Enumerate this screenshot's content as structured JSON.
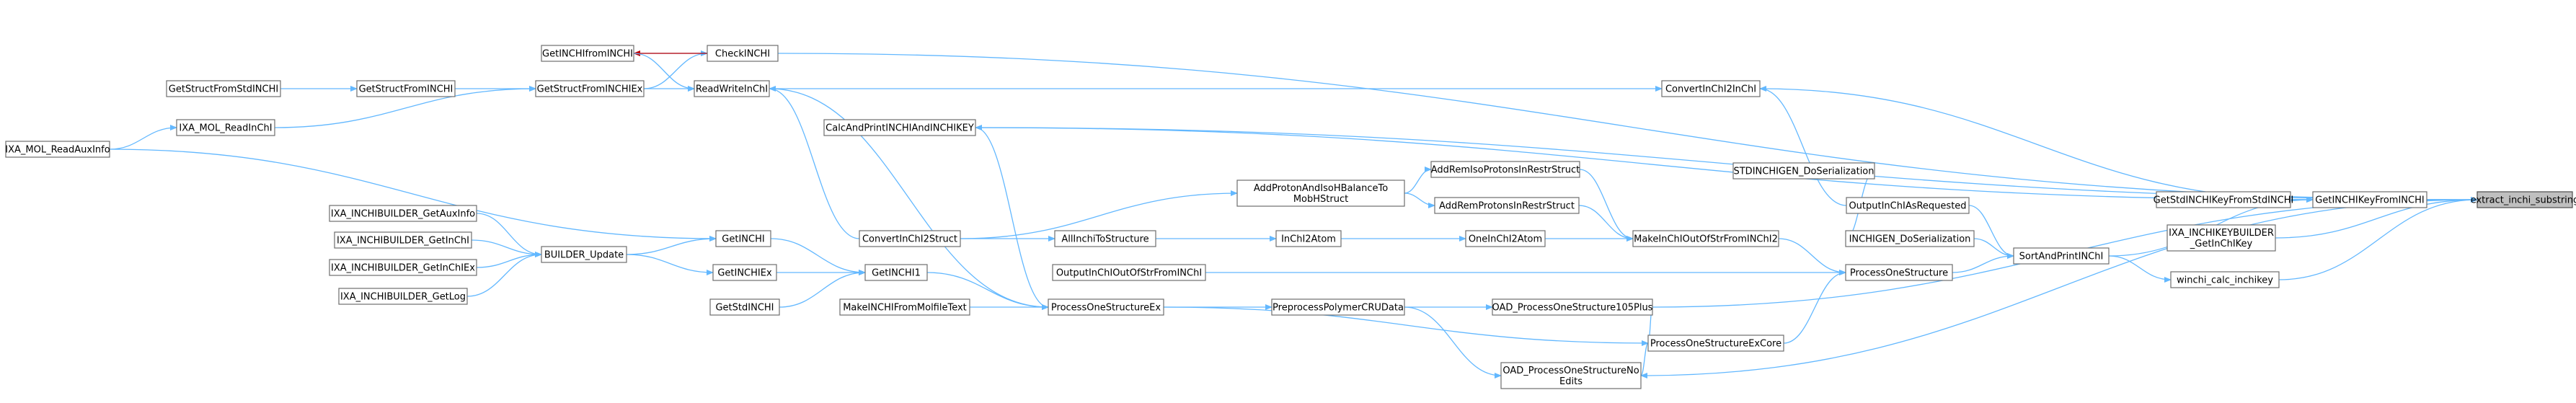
{
  "graph": {
    "nodes": [
      {
        "id": "extract_inchi_substring",
        "lines": [
          "extract_inchi_substring"
        ],
        "target": true
      },
      {
        "id": "CheckINCHI",
        "lines": [
          "CheckINCHI"
        ]
      },
      {
        "id": "GetINCHIfromINCHI",
        "lines": [
          "GetINCHIfromINCHI"
        ]
      },
      {
        "id": "GetStructFromINCHIEx",
        "lines": [
          "GetStructFromINCHIEx"
        ]
      },
      {
        "id": "GetStructFromINCHI",
        "lines": [
          "GetStructFromINCHI"
        ]
      },
      {
        "id": "GetStructFromStdINCHI",
        "lines": [
          "GetStructFromStdINCHI"
        ]
      },
      {
        "id": "IXA_MOL_ReadInChI",
        "lines": [
          "IXA_MOL_ReadInChI"
        ]
      },
      {
        "id": "IXA_MOL_ReadAuxInfo",
        "lines": [
          "IXA_MOL_ReadAuxInfo"
        ]
      },
      {
        "id": "ReadWriteInChI",
        "lines": [
          "ReadWriteInChI"
        ]
      },
      {
        "id": "CalcAndPrintINCHIAndINCHIKEY",
        "lines": [
          "CalcAndPrintINCHIAndINCHIKEY"
        ]
      },
      {
        "id": "ConvertInChI2InChI",
        "lines": [
          "ConvertInChI2InChI"
        ]
      },
      {
        "id": "AddRemIsoProtonsInRestrStruct",
        "lines": [
          "AddRemIsoProtonsInRestrStruct"
        ]
      },
      {
        "id": "AddProtonAndIsoHBalanceToMobHStruct",
        "lines": [
          "AddProtonAndIsoHBalanceTo",
          "MobHStruct"
        ]
      },
      {
        "id": "AddRemProtonsInRestrStruct",
        "lines": [
          "AddRemProtonsInRestrStruct"
        ]
      },
      {
        "id": "ConvertInChI2Struct",
        "lines": [
          "ConvertInChI2Struct"
        ]
      },
      {
        "id": "AllInchiToStructure",
        "lines": [
          "AllInchiToStructure"
        ]
      },
      {
        "id": "InChI2Atom",
        "lines": [
          "InChI2Atom"
        ]
      },
      {
        "id": "OneInChI2Atom",
        "lines": [
          "OneInChI2Atom"
        ]
      },
      {
        "id": "MakeInChIOutOfStrFromINChI2",
        "lines": [
          "MakeInChIOutOfStrFromINChI2"
        ]
      },
      {
        "id": "OutputInChIAsRequested",
        "lines": [
          "OutputInChIAsRequested"
        ]
      },
      {
        "id": "STDINCHIGEN_DoSerialization",
        "lines": [
          "STDINCHIGEN_DoSerialization"
        ]
      },
      {
        "id": "INCHIGEN_DoSerialization",
        "lines": [
          "INCHIGEN_DoSerialization"
        ]
      },
      {
        "id": "SortAndPrintINChI",
        "lines": [
          "SortAndPrintINChI"
        ]
      },
      {
        "id": "GetStdINCHIKeyFromStdINCHI",
        "lines": [
          "GetStdINCHIKeyFromStdINCHI"
        ]
      },
      {
        "id": "GetINCHIKeyFromINCHI",
        "lines": [
          "GetINCHIKeyFromINCHI"
        ]
      },
      {
        "id": "IXA_INCHIKEYBUILDER_GetInChIKey",
        "lines": [
          "IXA_INCHIKEYBUILDER",
          "_GetInChIKey"
        ]
      },
      {
        "id": "winchi_calc_inchikey",
        "lines": [
          "winchi_calc_inchikey"
        ]
      },
      {
        "id": "IXA_INCHIBUILDER_GetAuxInfo",
        "lines": [
          "IXA_INCHIBUILDER_GetAuxInfo"
        ]
      },
      {
        "id": "IXA_INCHIBUILDER_GetInChI",
        "lines": [
          "IXA_INCHIBUILDER_GetInChI"
        ]
      },
      {
        "id": "IXA_INCHIBUILDER_GetInChIEx",
        "lines": [
          "IXA_INCHIBUILDER_GetInChIEx"
        ]
      },
      {
        "id": "IXA_INCHIBUILDER_GetLog",
        "lines": [
          "IXA_INCHIBUILDER_GetLog"
        ]
      },
      {
        "id": "BUILDER_Update",
        "lines": [
          "BUILDER_Update"
        ]
      },
      {
        "id": "GetINCHI",
        "lines": [
          "GetINCHI"
        ]
      },
      {
        "id": "GetINCHIEx",
        "lines": [
          "GetINCHIEx"
        ]
      },
      {
        "id": "GetINCHI1",
        "lines": [
          "GetINCHI1"
        ]
      },
      {
        "id": "GetStdINCHI",
        "lines": [
          "GetStdINCHI"
        ]
      },
      {
        "id": "OutputInChIOutOfStrFromINChI",
        "lines": [
          "OutputInChIOutOfStrFromINChI"
        ]
      },
      {
        "id": "ProcessOneStructure",
        "lines": [
          "ProcessOneStructure"
        ]
      },
      {
        "id": "MakeINCHIFromMolfileText",
        "lines": [
          "MakeINCHIFromMolfileText"
        ]
      },
      {
        "id": "ProcessOneStructureEx",
        "lines": [
          "ProcessOneStructureEx"
        ]
      },
      {
        "id": "PreprocessPolymerCRUData",
        "lines": [
          "PreprocessPolymerCRUData"
        ]
      },
      {
        "id": "OAD_ProcessOneStructure105Plus",
        "lines": [
          "OAD_ProcessOneStructure105Plus"
        ]
      },
      {
        "id": "ProcessOneStructureExCore",
        "lines": [
          "ProcessOneStructureExCore"
        ]
      },
      {
        "id": "OAD_ProcessOneStructureNoEdits",
        "lines": [
          "OAD_ProcessOneStructureNo",
          "Edits"
        ]
      }
    ],
    "edges": [
      {
        "from": "CheckINCHI",
        "to": "extract_inchi_substring"
      },
      {
        "from": "CalcAndPrintINCHIAndINCHIKEY",
        "to": "extract_inchi_substring"
      },
      {
        "from": "GetINCHIKeyFromINCHI",
        "to": "extract_inchi_substring"
      },
      {
        "from": "IXA_INCHIKEYBUILDER_GetInChIKey",
        "to": "extract_inchi_substring"
      },
      {
        "from": "winchi_calc_inchikey",
        "to": "extract_inchi_substring"
      },
      {
        "from": "OAD_ProcessOneStructure105Plus",
        "to": "extract_inchi_substring"
      },
      {
        "from": "OAD_ProcessOneStructureNoEdits",
        "to": "extract_inchi_substring"
      },
      {
        "from": "ConvertInChI2InChI",
        "to": "GetINCHIKeyFromINCHI"
      },
      {
        "from": "CalcAndPrintINCHIAndINCHIKEY",
        "to": "GetINCHIKeyFromINCHI"
      },
      {
        "from": "GetStdINCHIKeyFromStdINCHI",
        "to": "GetINCHIKeyFromINCHI"
      },
      {
        "from": "SortAndPrintINChI",
        "to": "GetINCHIKeyFromINCHI"
      },
      {
        "from": "ReadWriteInChI",
        "to": "ConvertInChI2InChI"
      },
      {
        "from": "OutputInChIAsRequested",
        "to": "ConvertInChI2InChI"
      },
      {
        "from": "GetINCHIfromINCHI",
        "to": "CheckINCHI"
      },
      {
        "from": "GetStructFromINCHIEx",
        "to": "CheckINCHI"
      },
      {
        "from": "CheckINCHI",
        "to": "GetINCHIfromINCHI",
        "red": true
      },
      {
        "from": "GetINCHIfromINCHI",
        "to": "ReadWriteInChI"
      },
      {
        "from": "GetStructFromINCHIEx",
        "to": "ReadWriteInChI"
      },
      {
        "from": "GetStructFromINCHI",
        "to": "GetStructFromINCHIEx"
      },
      {
        "from": "IXA_MOL_ReadInChI",
        "to": "GetStructFromINCHIEx"
      },
      {
        "from": "GetStructFromStdINCHI",
        "to": "GetStructFromINCHI"
      },
      {
        "from": "IXA_MOL_ReadAuxInfo",
        "to": "IXA_MOL_ReadInChI"
      },
      {
        "from": "ConvertInChI2Struct",
        "to": "ReadWriteInChI"
      },
      {
        "from": "ProcessOneStructureEx",
        "to": "CalcAndPrintINCHIAndINCHIKEY"
      },
      {
        "from": "ConvertInChI2Struct",
        "to": "AddProtonAndIsoHBalanceToMobHStruct"
      },
      {
        "from": "AddProtonAndIsoHBalanceToMobHStruct",
        "to": "AddRemIsoProtonsInRestrStruct"
      },
      {
        "from": "AddProtonAndIsoHBalanceToMobHStruct",
        "to": "AddRemProtonsInRestrStruct"
      },
      {
        "from": "AddRemIsoProtonsInRestrStruct",
        "to": "MakeInChIOutOfStrFromINChI2"
      },
      {
        "from": "AddRemProtonsInRestrStruct",
        "to": "MakeInChIOutOfStrFromINChI2"
      },
      {
        "from": "ConvertInChI2Struct",
        "to": "AllInchiToStructure"
      },
      {
        "from": "AllInchiToStructure",
        "to": "InChI2Atom"
      },
      {
        "from": "InChI2Atom",
        "to": "OneInChI2Atom"
      },
      {
        "from": "OneInChI2Atom",
        "to": "MakeInChIOutOfStrFromINChI2"
      },
      {
        "from": "MakeInChIOutOfStrFromINChI2",
        "to": "ProcessOneStructure"
      },
      {
        "from": "OutputInChIAsRequested",
        "to": "SortAndPrintINChI"
      },
      {
        "from": "STDINCHIGEN_DoSerialization",
        "to": "INCHIGEN_DoSerialization"
      },
      {
        "from": "INCHIGEN_DoSerialization",
        "to": "SortAndPrintINChI"
      },
      {
        "from": "ProcessOneStructure",
        "to": "SortAndPrintINChI"
      },
      {
        "from": "SortAndPrintINChI",
        "to": "winchi_calc_inchikey"
      },
      {
        "from": "IXA_INCHIBUILDER_GetAuxInfo",
        "to": "BUILDER_Update"
      },
      {
        "from": "IXA_INCHIBUILDER_GetInChI",
        "to": "BUILDER_Update"
      },
      {
        "from": "IXA_INCHIBUILDER_GetInChIEx",
        "to": "BUILDER_Update"
      },
      {
        "from": "IXA_INCHIBUILDER_GetLog",
        "to": "BUILDER_Update"
      },
      {
        "from": "BUILDER_Update",
        "to": "GetINCHI"
      },
      {
        "from": "BUILDER_Update",
        "to": "GetINCHIEx"
      },
      {
        "from": "IXA_MOL_ReadAuxInfo",
        "to": "GetINCHI"
      },
      {
        "from": "GetINCHI",
        "to": "GetINCHI1"
      },
      {
        "from": "GetINCHIEx",
        "to": "GetINCHI1"
      },
      {
        "from": "GetStdINCHI",
        "to": "GetINCHI1"
      },
      {
        "from": "GetINCHI1",
        "to": "ProcessOneStructureEx"
      },
      {
        "from": "MakeINCHIFromMolfileText",
        "to": "ProcessOneStructureEx"
      },
      {
        "from": "ProcessOneStructureEx",
        "to": "PreprocessPolymerCRUData"
      },
      {
        "from": "ProcessOneStructureEx",
        "to": "ProcessOneStructureExCore"
      },
      {
        "from": "PreprocessPolymerCRUData",
        "to": "OAD_ProcessOneStructure105Plus"
      },
      {
        "from": "PreprocessPolymerCRUData",
        "to": "OAD_ProcessOneStructureNoEdits"
      },
      {
        "from": "OutputInChIOutOfStrFromINChI",
        "to": "ProcessOneStructure"
      },
      {
        "from": "ProcessOneStructureExCore",
        "to": "ProcessOneStructure"
      },
      {
        "from": "ProcessOneStructureExCore",
        "to": "OAD_ProcessOneStructure105Plus"
      },
      {
        "from": "ProcessOneStructureExCore",
        "to": "OAD_ProcessOneStructureNoEdits"
      },
      {
        "from": "ReadWriteInChI",
        "to": "ProcessOneStructureEx"
      }
    ]
  }
}
